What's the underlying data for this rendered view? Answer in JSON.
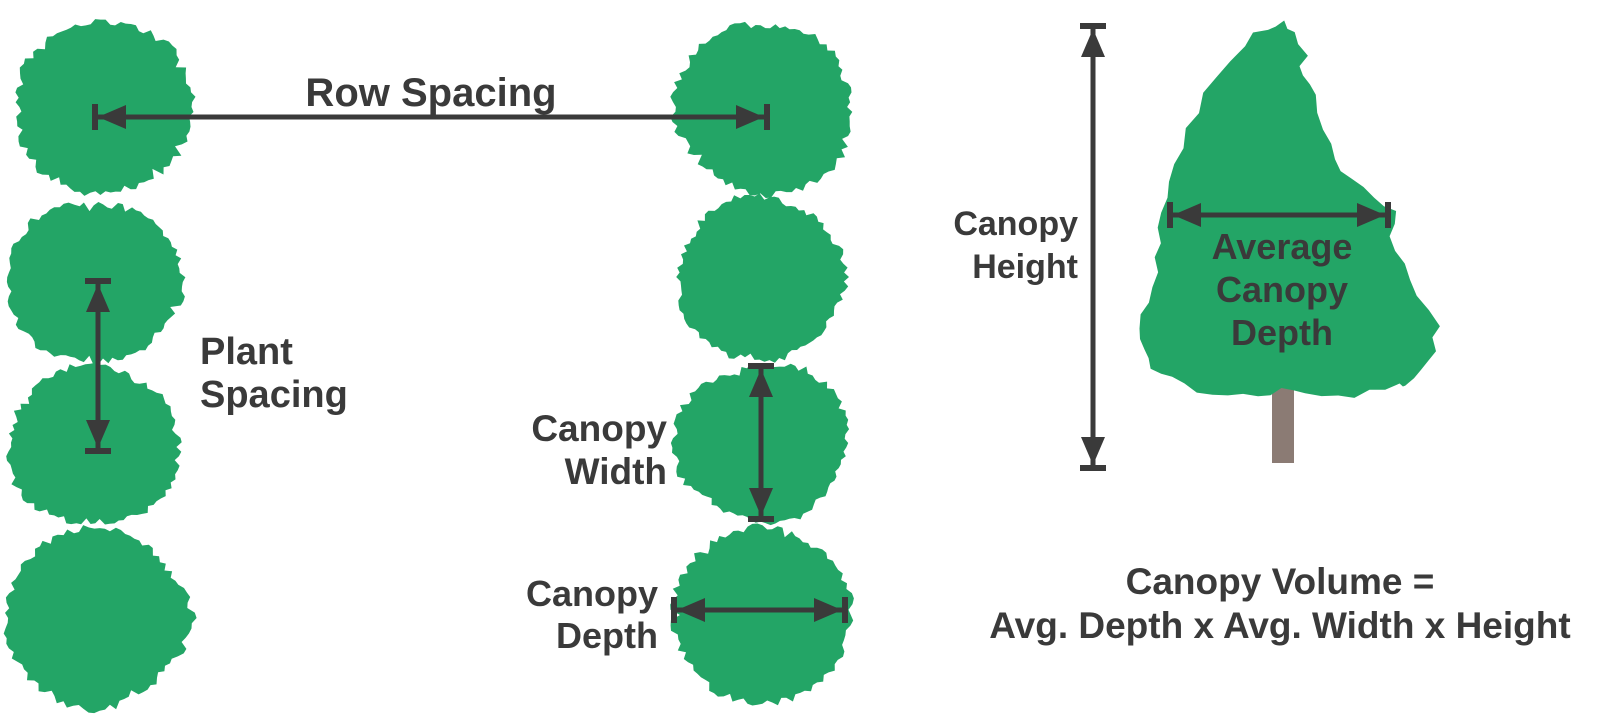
{
  "colors": {
    "background": "#ffffff",
    "canopy_green": "#23a566",
    "ink": "#3a3a3a",
    "trunk_brown": "#8b7b74"
  },
  "labels": {
    "row_spacing": "Row Spacing",
    "plant_spacing": {
      "line1": "Plant",
      "line2": "Spacing"
    },
    "canopy_width": {
      "line1": "Canopy",
      "line2": "Width"
    },
    "canopy_depth": {
      "line1": "Canopy",
      "line2": "Depth"
    },
    "canopy_height": {
      "line1": "Canopy",
      "line2": "Height"
    },
    "average_canopy_depth": {
      "line1": "Average",
      "line2": "Canopy",
      "line3": "Depth"
    }
  },
  "formula": {
    "line1": "Canopy Volume =",
    "line2": "Avg. Depth x Avg. Width x Height"
  }
}
